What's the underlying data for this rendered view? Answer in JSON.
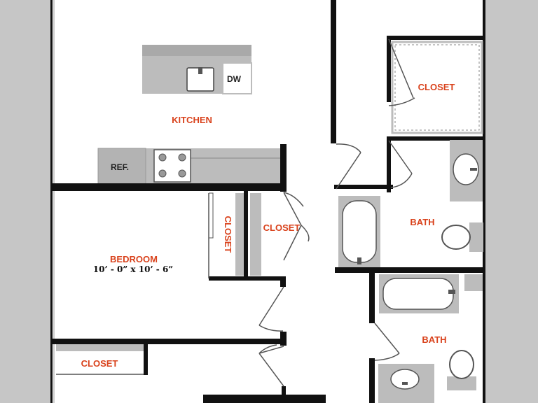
{
  "colors": {
    "wall": "#111111",
    "floor": "#ffffff",
    "background": "#c6c6c6",
    "fixture": "#b9b9b9",
    "label": "#d9421c"
  },
  "rooms": {
    "kitchen": "KITCHEN",
    "bedroom": "BEDROOM",
    "bedroom_dim": "10’ - 0” x 10’ - 6”",
    "closet_top_right": "CLOSET",
    "closet_vertical": "CLOSET",
    "closet_hall": "CLOSET",
    "closet_bottom_left": "CLOSET",
    "bath_upper": "BATH",
    "bath_lower": "BATH"
  },
  "fixtures": {
    "dishwasher": "DW",
    "refrigerator": "REF."
  }
}
